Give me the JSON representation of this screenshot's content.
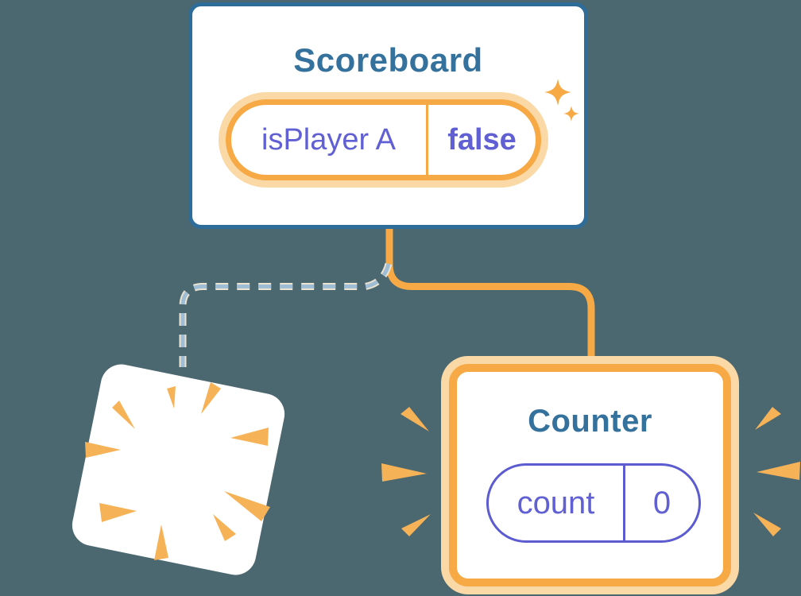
{
  "illustration": {
    "description": "React component tree state diagram: Scoreboard parent keeps state while one child is removed (poof) and a new Counter child is added",
    "background_color": "#4b6770",
    "scoreboard": {
      "title": "Scoreboard",
      "state_pill": {
        "key": "isPlayer A",
        "value": "false"
      }
    },
    "counter": {
      "title": "Counter",
      "state_pill": {
        "key": "count",
        "value": "0"
      }
    },
    "colors": {
      "card_border_blue": "#2e6d9a",
      "title_teal": "#34719c",
      "orange": "#f6a944",
      "orange_light": "#fbd9a6",
      "purple_text": "#6060d4",
      "purple_pill_border": "#5c5cd0",
      "dashed_line_blue": "#9fbed6",
      "dashed_line_casing": "#ece3d0",
      "streak_orange": "#f6b257",
      "card_white": "#ffffff"
    }
  }
}
